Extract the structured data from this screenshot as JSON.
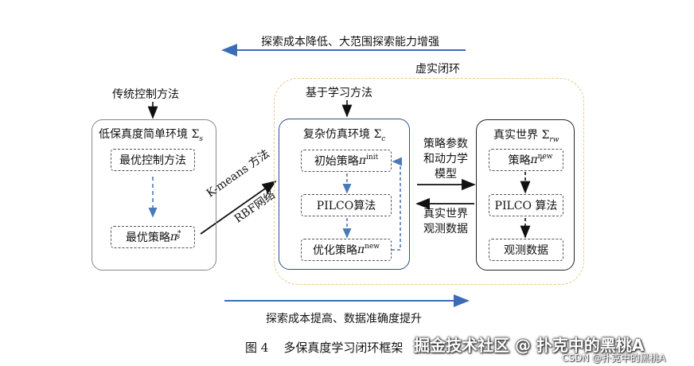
{
  "top_arrow_label": "探索成本降低、大范围探索能力增强",
  "bottom_arrow_label": "探索成本提高、数据准确度提升",
  "virtual_loop_label": "虚实闭环",
  "traditional": {
    "header": "传统控制方法",
    "title": "低保真度简单环境 Σ",
    "title_sub": "s",
    "box1": "最优控制方法",
    "box2_text": "最优策略 ",
    "box2_pi": "π",
    "box2_sub": "s",
    "box2_sup": "*"
  },
  "learning": {
    "header": "基于学习方法",
    "title": "复杂仿真环境 Σ",
    "title_sub": "c",
    "box1_text": "初始策略 ",
    "box1_pi": "π",
    "box1_sup": "init",
    "box2": "PILCO算法",
    "box3_text": "优化策略 ",
    "box3_pi": "π",
    "box3_sup": "new"
  },
  "real": {
    "title": "真实世界 Σ",
    "title_sub": "rw",
    "box1_text": "策略 ",
    "box1_pi": "π",
    "box1_sub": "c",
    "box1_sup": "new",
    "box2": "PILCO 算法",
    "box3": "观测数据"
  },
  "diag_label_1": "K-means 方法",
  "diag_label_2": "RBF网络",
  "mid_top_lines": [
    "策略参数",
    "和动力学",
    "模型"
  ],
  "mid_bottom_lines": [
    "真实世界",
    "观测数据"
  ],
  "caption": "图 4    多保真度学习闭环框架",
  "watermark_main": "掘金技术社区 @ 扑克中的黑桃A",
  "watermark_sub": "CSDN @扑克中的黑桃A",
  "colors": {
    "blue_arrow": "#3a6db5",
    "dashed_blue": "#4a7ab8",
    "loop_border": "#e8c98a",
    "learning_border": "#2e4f8c"
  }
}
